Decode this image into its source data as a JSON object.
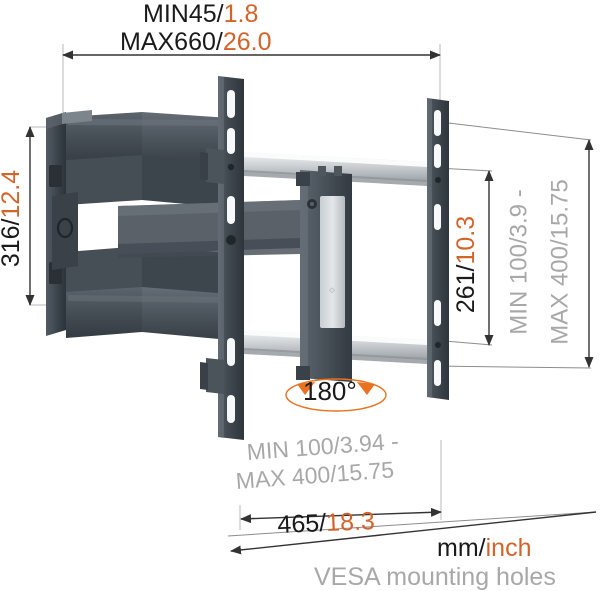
{
  "product": {
    "type": "tv-wall-mount-technical-drawing",
    "description": "Full-motion articulating TV wall mount dimension diagram"
  },
  "colors": {
    "metric": "#1a1a1a",
    "imperial": "#d2642a",
    "note": "#a8a8a8",
    "body_dark": "#3e464d",
    "body_mid": "#596069",
    "rail_silver": "#d8dbdd",
    "dimension_line": "#4a4a4a"
  },
  "dimensions": {
    "extension": {
      "min_label": "MIN45/",
      "min_value": "1.8",
      "max_label": "MAX660/",
      "max_value": "26.0",
      "orientation": "horizontal-top"
    },
    "height": {
      "label": "316/",
      "value": "12.4",
      "orientation": "vertical-left"
    },
    "bracket_height": {
      "label": "261/",
      "value": "10.3",
      "orientation": "vertical-right-inner"
    },
    "vesa_vertical": {
      "label": "MIN 100/3.9 -",
      "label2": "MAX 400/15.75",
      "orientation": "vertical-right-outer"
    },
    "vesa_horizontal": {
      "label": "MIN 100/3.94 -",
      "label2": "MAX 400/15.75",
      "orientation": "diagonal-bottom"
    },
    "width": {
      "label": "465/",
      "value": "18.3",
      "orientation": "horizontal-bottom"
    }
  },
  "rotation_badge": {
    "value": "180°",
    "arrow_color": "#e8721f"
  },
  "legend": {
    "units_metric": "mm/",
    "units_imperial": "inch",
    "vesa_note": "VESA mounting holes"
  }
}
